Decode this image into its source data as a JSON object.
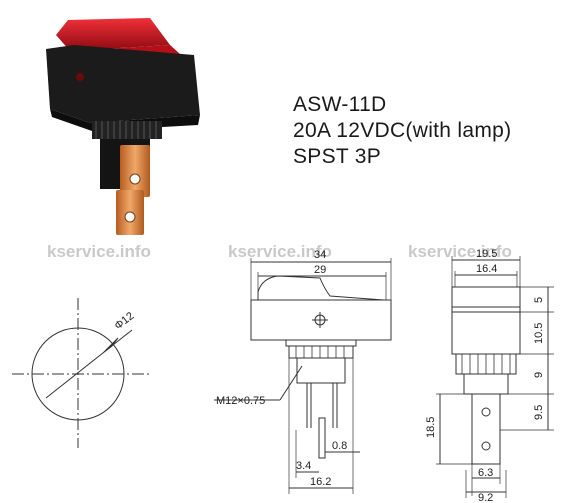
{
  "specs": {
    "model": "ASW-11D",
    "rating": "20A 12VDC(with lamp)",
    "config": "SPST  3P"
  },
  "watermarks": [
    "kservice.info",
    "kservice.info",
    "kservice.info"
  ],
  "front_view": {
    "diameter_label": "Φ12"
  },
  "side_view": {
    "overall_width": "34",
    "inner_width": "29",
    "thread_label": "M12×0.75",
    "terminal_thickness": "0.8",
    "terminal_offset": "3.4",
    "base_width": "16.2"
  },
  "end_view": {
    "overall_width": "19.5",
    "inner_width": "16.4",
    "cap_height": "5",
    "body_height": "10.5",
    "nut_height": "9",
    "terminal_height": "9.5",
    "terminal_length": "18.5",
    "terminal_width": "6.3",
    "base_width": "9.2"
  },
  "colors": {
    "rocker_red": "#c8121c",
    "housing_black": "#1b1b1b",
    "terminal_copper": "#d27a3c",
    "line": "#333333"
  }
}
